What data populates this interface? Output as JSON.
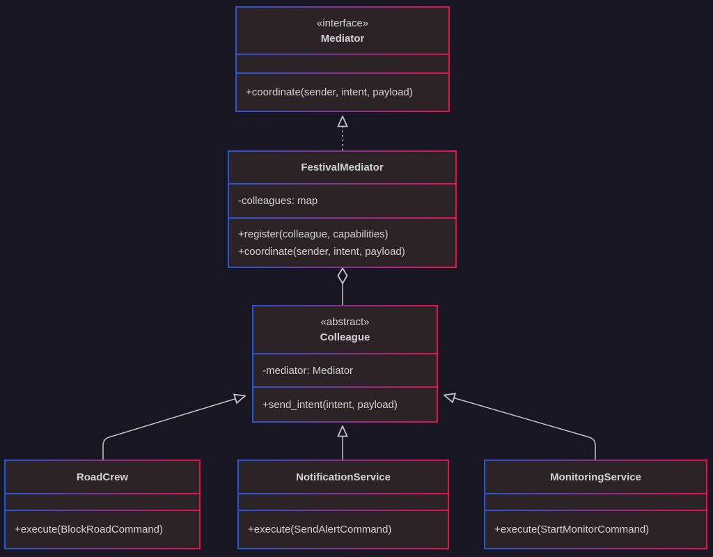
{
  "diagram": {
    "kind": "uml-class-diagram",
    "pattern": "Mediator",
    "colors": {
      "background": "#171622",
      "node_fill": "#2b2326",
      "border_gradient_start": "#2857d5",
      "border_gradient_end": "#e8104e",
      "text": "#d4d2d6",
      "line": "#c6c5cb"
    }
  },
  "classes": {
    "mediator": {
      "stereotype": "«interface»",
      "name": "Mediator",
      "attributes": [],
      "methods": [
        "+coordinate(sender, intent, payload)"
      ]
    },
    "festival_mediator": {
      "name": "FestivalMediator",
      "attributes": [
        "-colleagues: map"
      ],
      "methods": [
        "+register(colleague, capabilities)",
        "+coordinate(sender, intent, payload)"
      ]
    },
    "colleague": {
      "stereotype": "«abstract»",
      "name": "Colleague",
      "attributes": [
        "-mediator: Mediator"
      ],
      "methods": [
        "+send_intent(intent, payload)"
      ]
    },
    "road_crew": {
      "name": "RoadCrew",
      "attributes": [],
      "methods": [
        "+execute(BlockRoadCommand)"
      ]
    },
    "notification_service": {
      "name": "NotificationService",
      "attributes": [],
      "methods": [
        "+execute(SendAlertCommand)"
      ]
    },
    "monitoring_service": {
      "name": "MonitoringService",
      "attributes": [],
      "methods": [
        "+execute(StartMonitorCommand)"
      ]
    }
  },
  "relationships": [
    {
      "from": "FestivalMediator",
      "to": "Mediator",
      "type": "realization"
    },
    {
      "from": "Colleague",
      "to": "FestivalMediator",
      "type": "aggregation"
    },
    {
      "from": "RoadCrew",
      "to": "Colleague",
      "type": "generalization"
    },
    {
      "from": "NotificationService",
      "to": "Colleague",
      "type": "generalization"
    },
    {
      "from": "MonitoringService",
      "to": "Colleague",
      "type": "generalization"
    }
  ]
}
